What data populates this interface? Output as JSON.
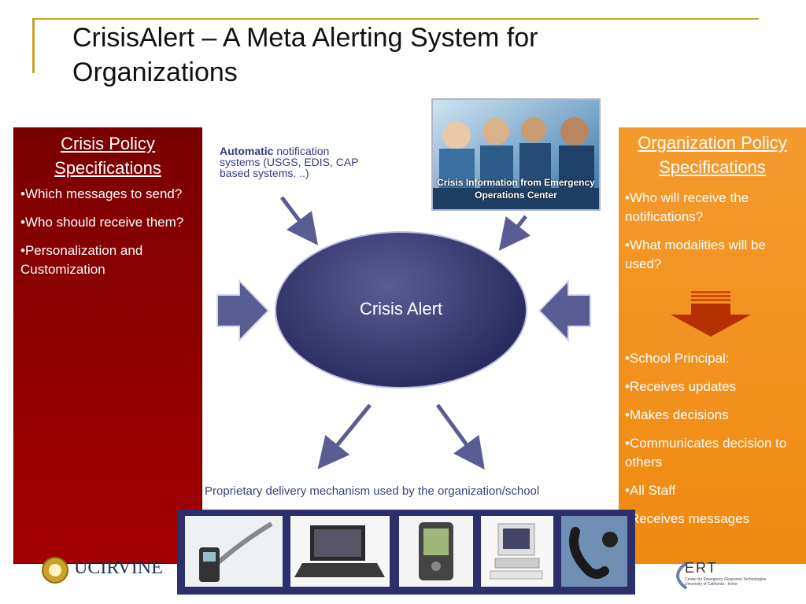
{
  "title": "CrisisAlert – A Meta Alerting System for Organizations",
  "left_panel": {
    "title": "Crisis Policy Specifications",
    "bullets": [
      "•Which messages to send?",
      "•Who should receive them?",
      "•Personalization and Customization"
    ]
  },
  "right_panel": {
    "title": "Organization Policy Specifications",
    "bullets_top": [
      "•Who will receive the notifications?",
      "•What modalities will be used?"
    ],
    "bullets_bottom": [
      "•School Principal:",
      "•Receives updates",
      "•Makes decisions",
      "•Communicates decision to others",
      "•All Staff",
      "•Receives messages"
    ]
  },
  "automatic": {
    "bold": "Automatic",
    "rest": " notification systems (USGS, EDIS, CAP based systems. ..)"
  },
  "photo_caption": "Crisis Information from Emergency Operations Center",
  "center_label": "Crisis Alert",
  "delivery_caption": "Proprietary delivery mechanism used by the organization/school",
  "logos": {
    "uci": "UCIRVINE",
    "ert": "ERT",
    "ert_sub": "Center for Emergency Response Technologies University of California - Irvine"
  },
  "colors": {
    "left_panel": "#8b0000",
    "right_panel": "#f39323",
    "ellipse": "#2c2e63",
    "arrows": "#5a5c94",
    "accent_rule": "#c9a227",
    "strip": "#2d2f6b"
  },
  "icons": [
    "cell-phone",
    "laptop",
    "pda",
    "desktop-computer",
    "telephone-handset"
  ]
}
